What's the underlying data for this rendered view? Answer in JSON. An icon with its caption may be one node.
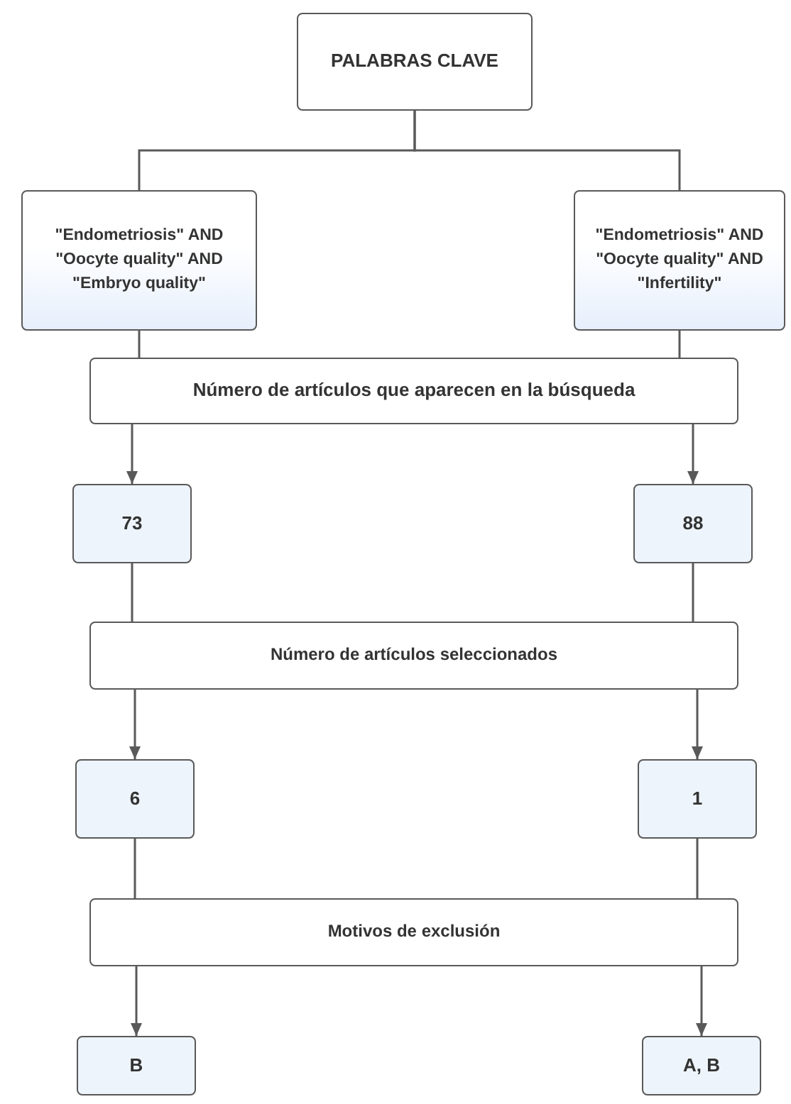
{
  "diagram": {
    "nodes": [
      {
        "text": [
          "PALABRAS CLAVE"
        ]
      },
      {
        "text": [
          "\"Endometriosis\" AND \"Oocyte quality\" AND \"Embryo quality\""
        ]
      },
      {
        "text": [
          "\"Endometriosis\" AND \"Oocyte quality\" AND \"Infertility\""
        ]
      },
      {
        "text": [
          "Número de artículos que aparecen en la búsqueda"
        ]
      },
      {
        "text": [
          "73"
        ]
      },
      {
        "text": [
          "88"
        ]
      },
      {
        "text": [
          "Número de artículos seleccionados"
        ]
      },
      {
        "text": [
          "6"
        ]
      },
      {
        "text": [
          "1"
        ]
      },
      {
        "text": [
          "Motivos de exclusión"
        ]
      },
      {
        "text": [
          "B"
        ]
      },
      {
        "text": [
          "A, B"
        ]
      }
    ],
    "edges": [
      {
        "from": 0,
        "to": 1,
        "arrow": "none"
      },
      {
        "from": 0,
        "to": 2,
        "arrow": "none"
      },
      {
        "from": 1,
        "to": 3,
        "arrow": "none"
      },
      {
        "from": 2,
        "to": 3,
        "arrow": "none"
      },
      {
        "from": 3,
        "to": 4,
        "arrow": "to"
      },
      {
        "from": 3,
        "to": 5,
        "arrow": "to"
      },
      {
        "from": 4,
        "to": 6,
        "arrow": "none"
      },
      {
        "from": 5,
        "to": 6,
        "arrow": "none"
      },
      {
        "from": 6,
        "to": 7,
        "arrow": "to"
      },
      {
        "from": 6,
        "to": 8,
        "arrow": "to"
      },
      {
        "from": 7,
        "to": 9,
        "arrow": "none"
      },
      {
        "from": 8,
        "to": 9,
        "arrow": "none"
      },
      {
        "from": 9,
        "to": 10,
        "arrow": "to"
      },
      {
        "from": 9,
        "to": 11,
        "arrow": "to"
      }
    ]
  }
}
